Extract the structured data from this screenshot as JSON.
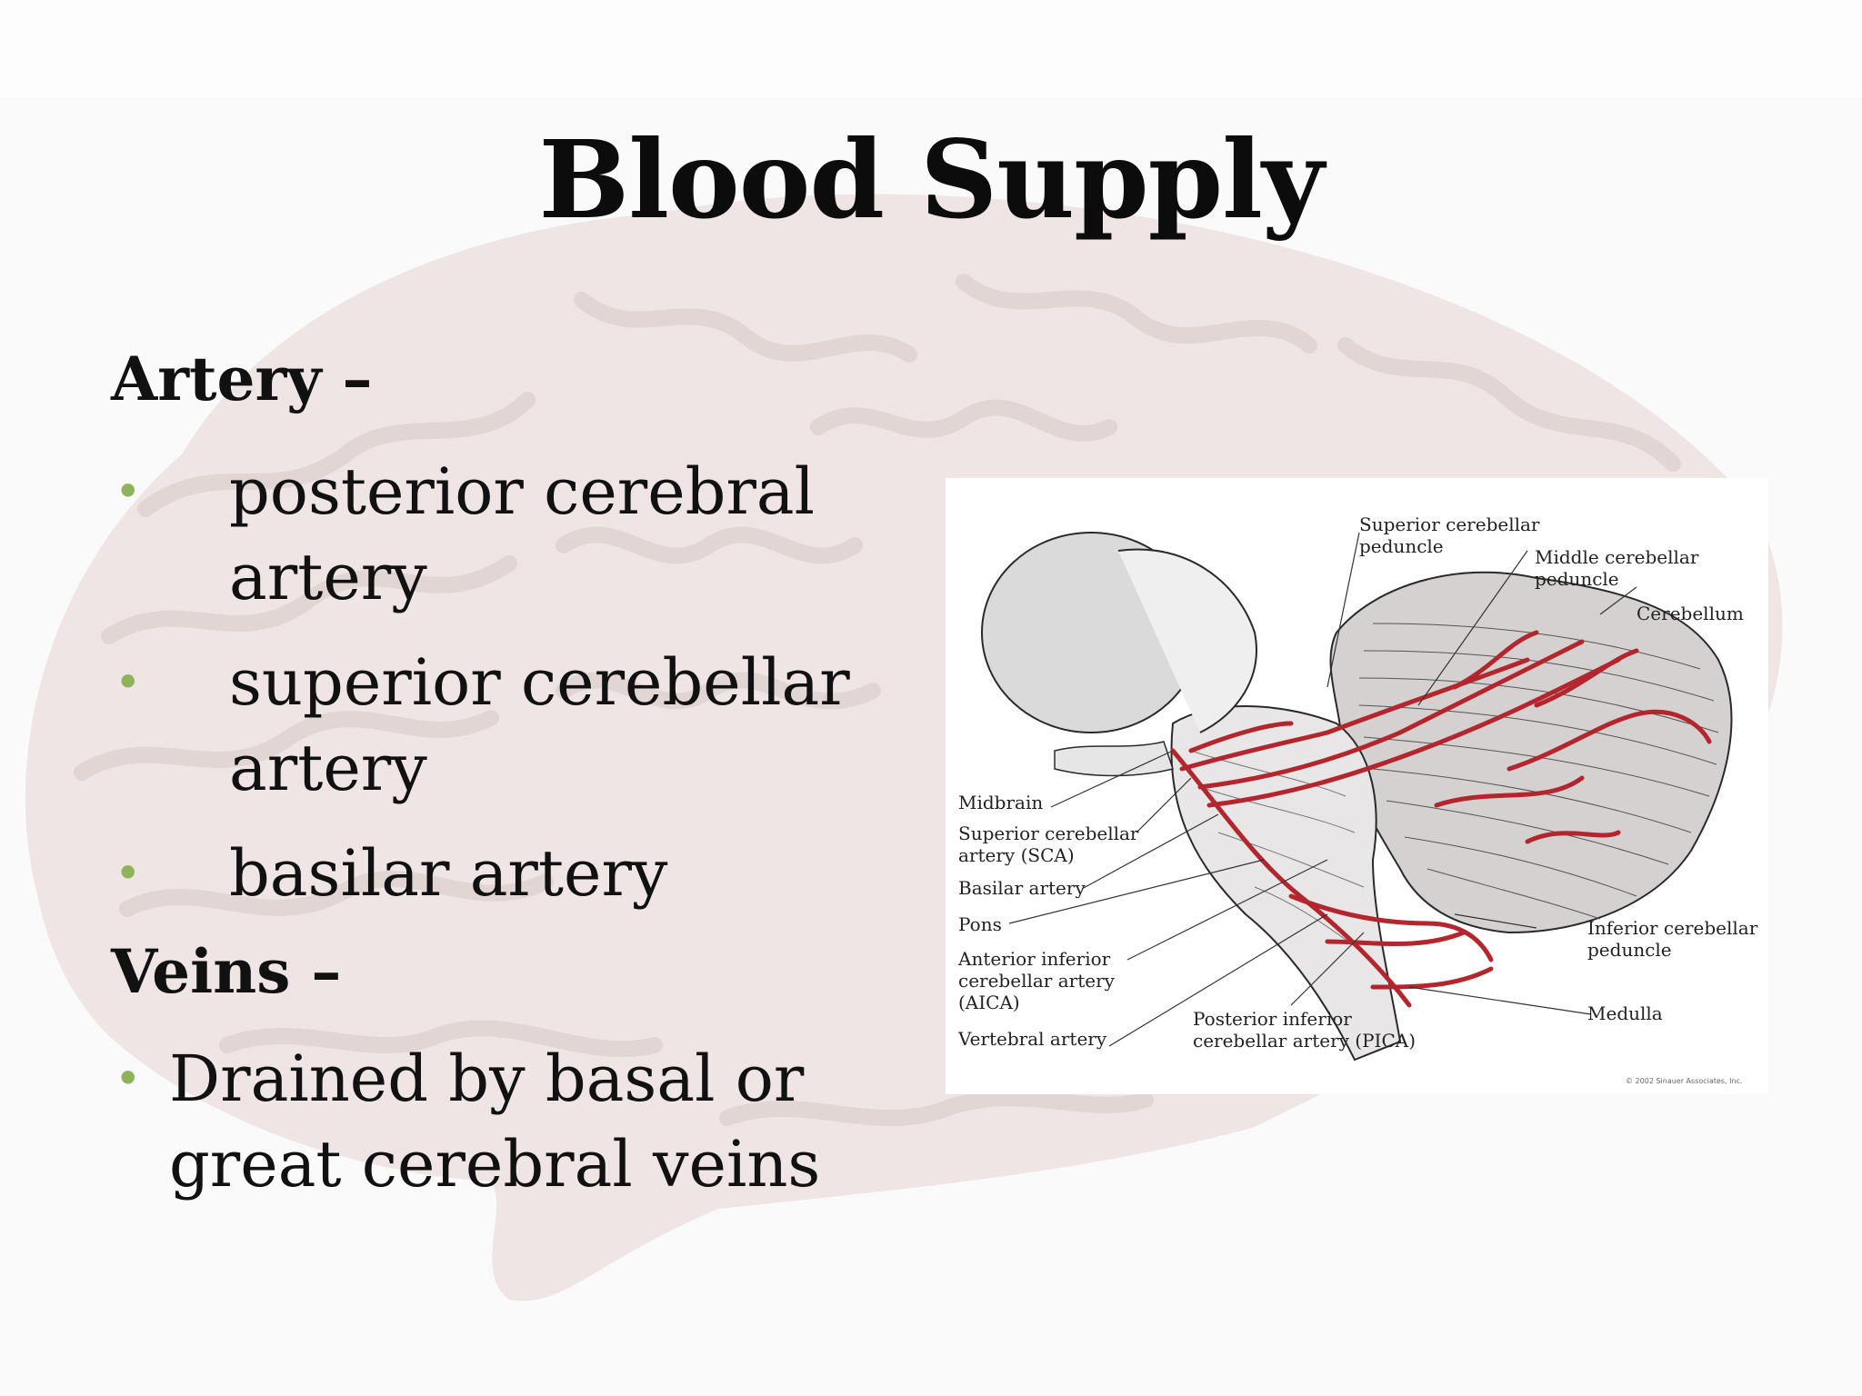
{
  "slide": {
    "title": "Blood Supply",
    "artery_heading": "Artery –",
    "artery_items": [
      "posterior cerebral artery",
      "superior cerebellar artery",
      "basilar artery"
    ],
    "veins_heading": "Veins –",
    "veins_items": [
      "Drained by basal or great cerebral veins"
    ]
  },
  "figure": {
    "labels": {
      "superior_cerebellar_peduncle": [
        "Superior cerebellar",
        "peduncle"
      ],
      "middle_cerebellar_peduncle": [
        "Middle cerebellar",
        "peduncle"
      ],
      "cerebellum": "Cerebellum",
      "midbrain": "Midbrain",
      "sca": [
        "Superior cerebellar",
        "artery (SCA)"
      ],
      "basilar": "Basilar artery",
      "pons": "Pons",
      "aica": [
        "Anterior inferior",
        "cerebellar artery",
        "(AICA)"
      ],
      "vertebral": "Vertebral artery",
      "pica": [
        "Posterior inferior",
        "cerebellar artery (PICA)"
      ],
      "inferior_cerebellar_peduncle": [
        "Inferior cerebellar",
        "peduncle"
      ],
      "medulla": "Medulla",
      "copyright": "© 2002 Sinauer Associates, Inc."
    }
  },
  "colors": {
    "bullet": "#8eb35a",
    "artery": "#b3262d",
    "text": "#111111"
  }
}
